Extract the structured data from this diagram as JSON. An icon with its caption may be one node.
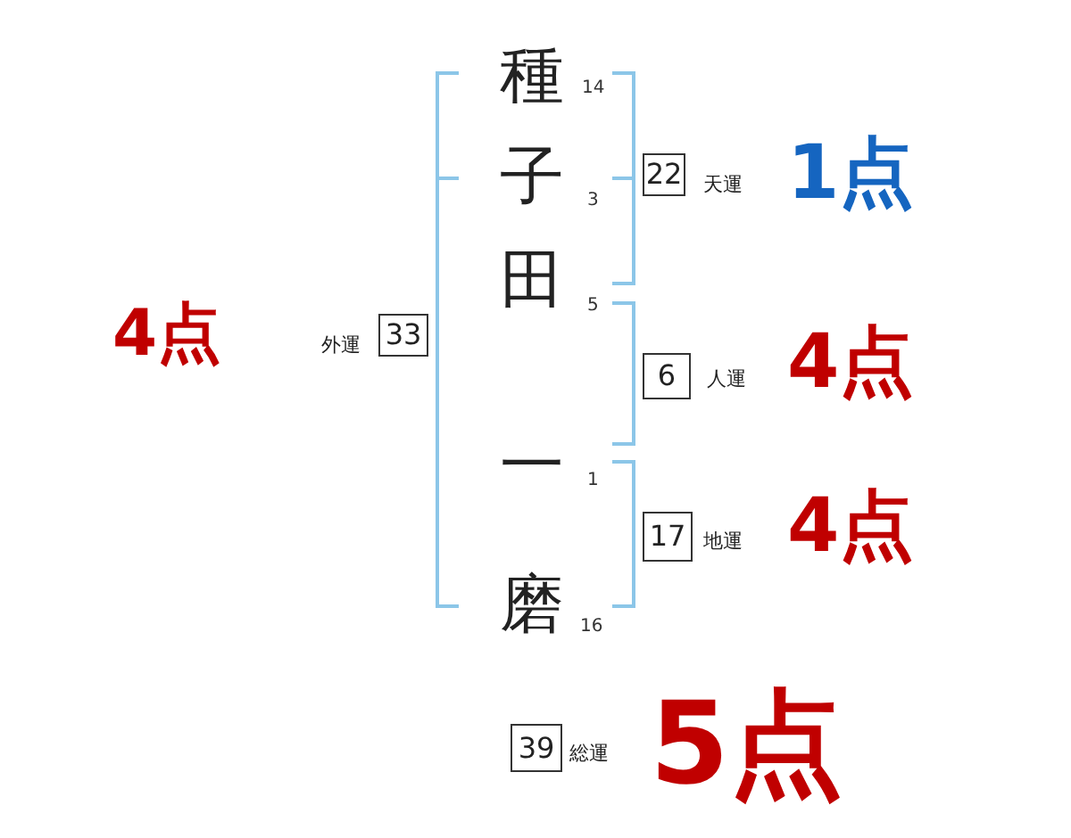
{
  "diagram": {
    "nodes": [
      {
        "text": [
          "22"
        ],
        "beside": [
          "天運"
        ]
      },
      {
        "text": [
          "33"
        ],
        "beside": [
          "外運"
        ]
      },
      {
        "text": [
          "6"
        ],
        "beside": [
          "人運"
        ]
      },
      {
        "text": [
          "17"
        ],
        "beside": [
          "地運"
        ]
      },
      {
        "text": [
          "39"
        ],
        "beside": [
          "総運"
        ]
      }
    ],
    "labels": [
      "種",
      "14",
      "子",
      "3",
      "1点",
      "4点",
      "田",
      "5",
      "4点",
      "一",
      "1",
      "4点",
      "磨",
      "16",
      "5点"
    ]
  }
}
